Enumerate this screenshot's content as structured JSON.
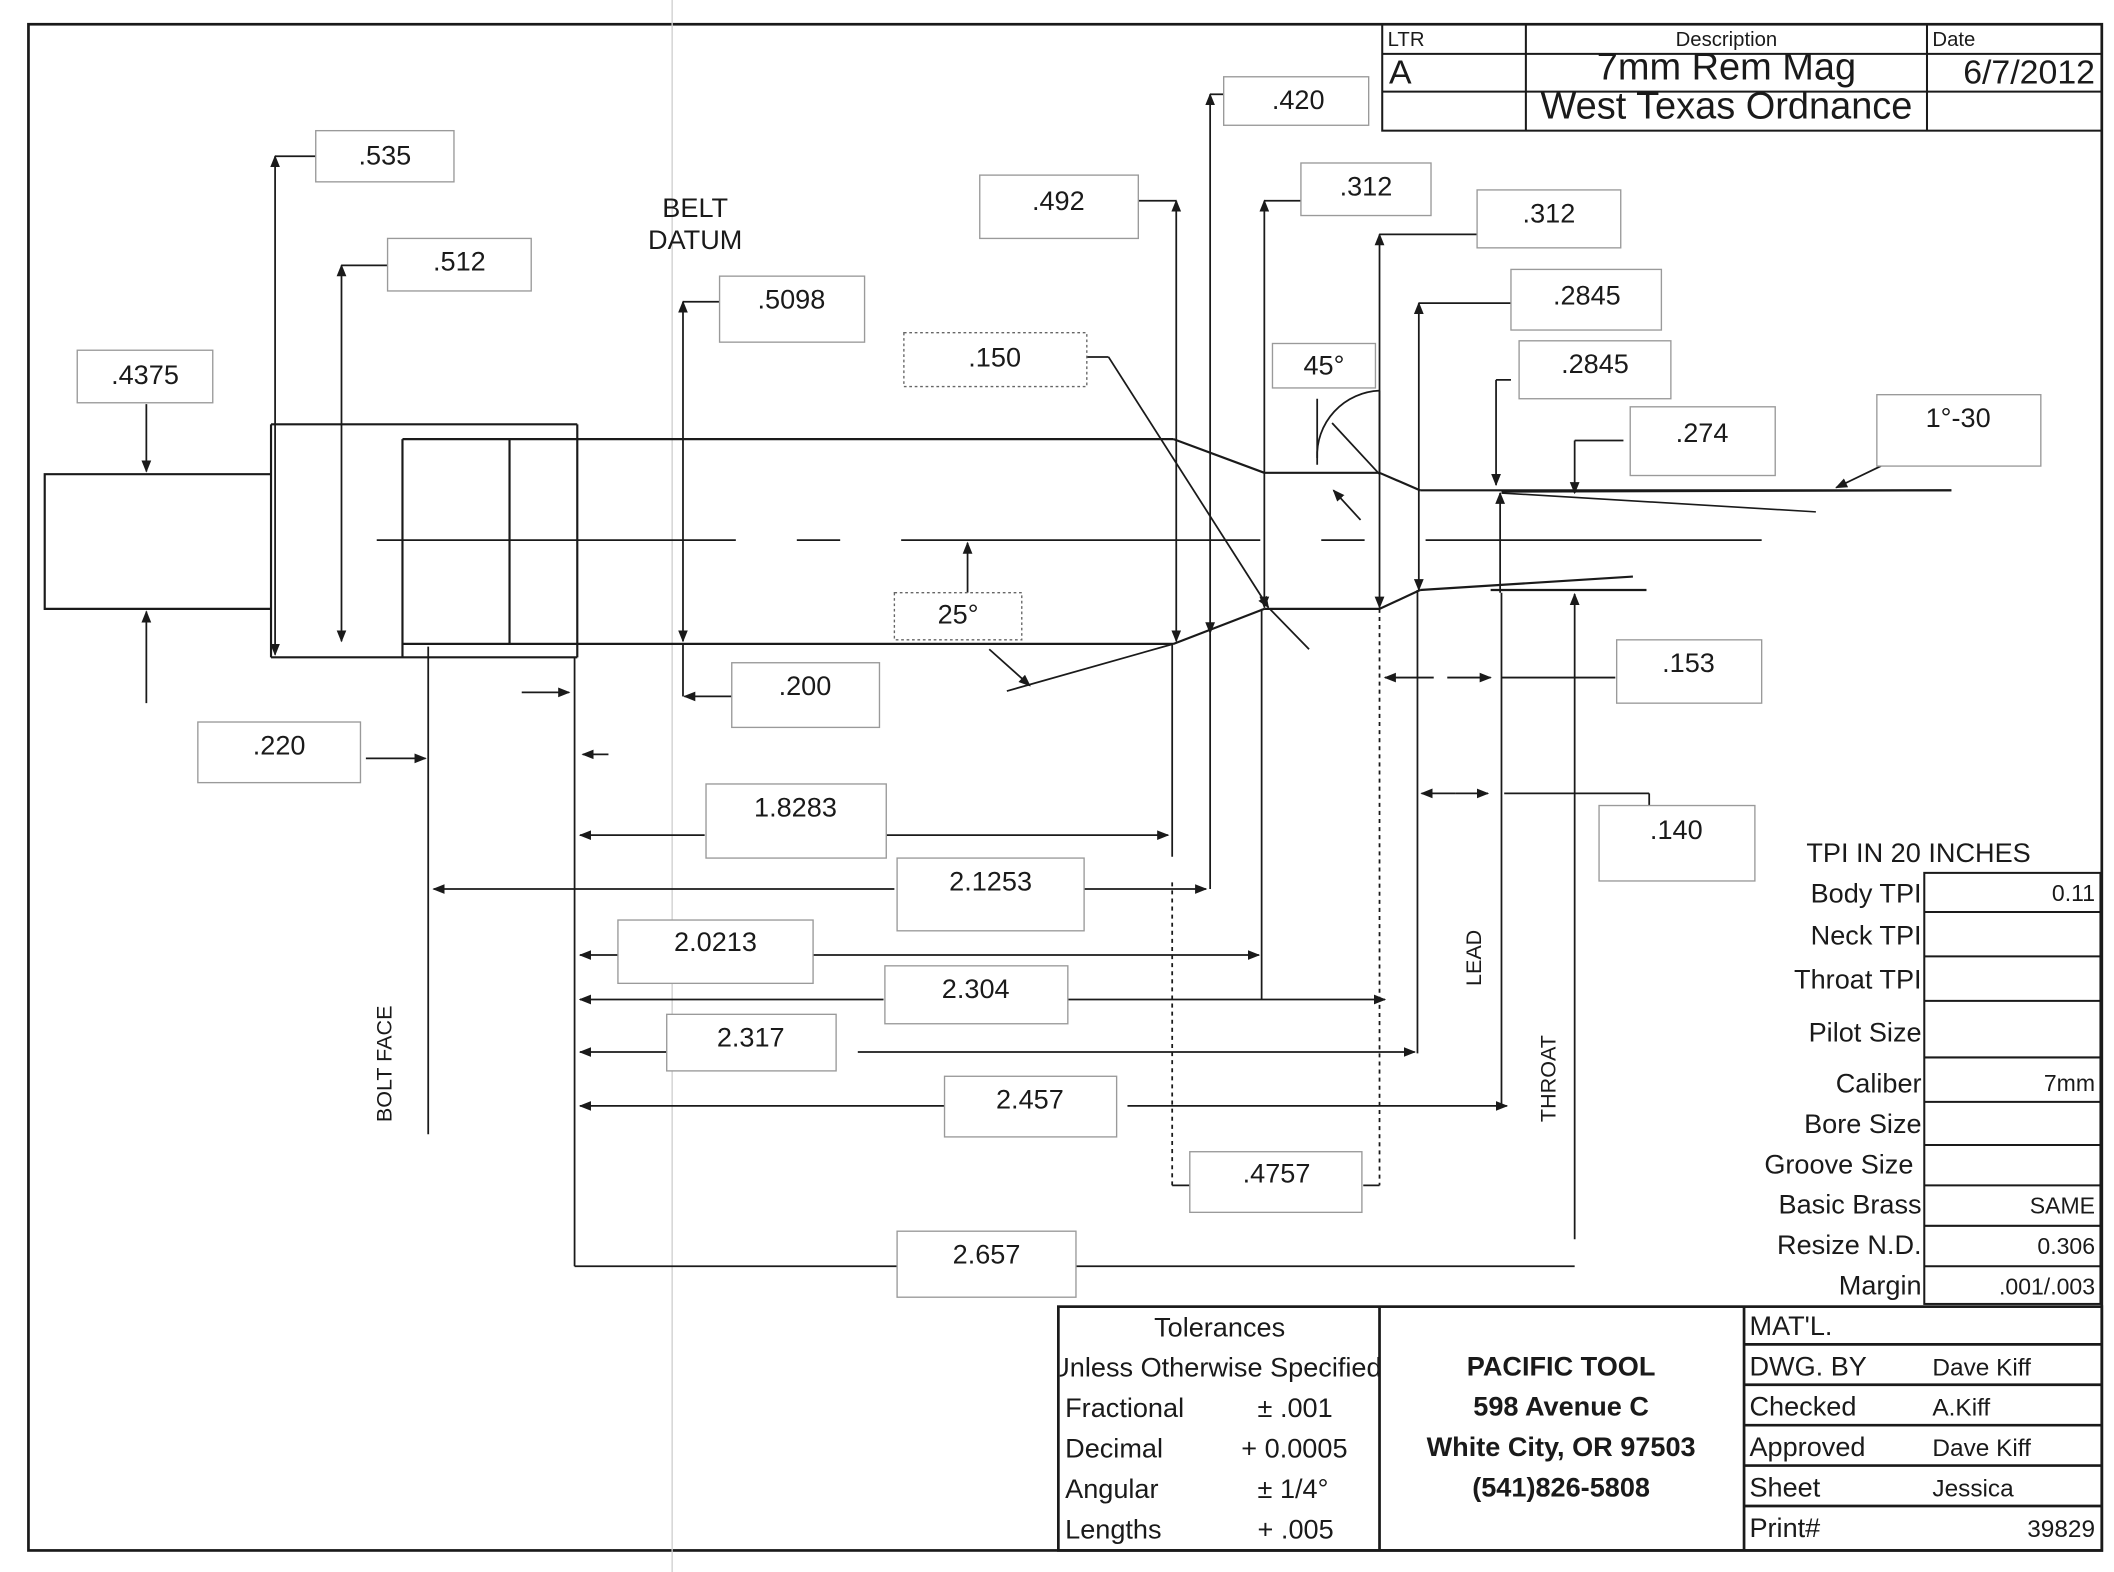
{
  "revision_block": {
    "headers": {
      "ltr": "LTR",
      "description": "Description",
      "date": "Date"
    },
    "rows": [
      {
        "ltr": "A",
        "description": "7mm Rem Mag",
        "date": "6/7/2012"
      },
      {
        "ltr": "",
        "description": "West Texas Ordnance",
        "date": ""
      }
    ]
  },
  "dimensions": {
    "d0535": ".535",
    "d0512": ".512",
    "d04375": ".4375",
    "d05098": ".5098",
    "d0492": ".492",
    "d0150": ".150",
    "d0420": ".420",
    "d0312a": ".312",
    "d0312b": ".312",
    "d02845a": ".2845",
    "d02845b": ".2845",
    "d0274": ".274",
    "a45": "45°",
    "a1_30": "1°-30",
    "a25": "25°",
    "d0200": ".200",
    "d0220": ".220",
    "d0153": ".153",
    "d0140": ".140",
    "d18283": "1.8283",
    "d21253": "2.1253",
    "d20213": "2.0213",
    "d2304": "2.304",
    "d2317": "2.317",
    "d2457": "2.457",
    "d04757": ".4757",
    "d2657": "2.657"
  },
  "labels": {
    "belt_datum_line1": "BELT",
    "belt_datum_line2": "DATUM",
    "bolt_face": "BOLT FACE",
    "lead": "LEAD",
    "throat": "THROAT"
  },
  "specs": {
    "title": "TPI IN 20  INCHES",
    "rows": [
      {
        "label": "Body TPI",
        "value": "0.11"
      },
      {
        "label": "Neck TPI",
        "value": ""
      },
      {
        "label": "Throat TPI",
        "value": ""
      },
      {
        "label": "Pilot Size",
        "value": ""
      },
      {
        "label": "Caliber",
        "value": "7mm"
      },
      {
        "label": "Bore Size",
        "value": ""
      },
      {
        "label": "Groove Size",
        "value": ""
      },
      {
        "label": "Basic Brass",
        "value": "SAME"
      },
      {
        "label": "Resize N.D.",
        "value": "0.306"
      },
      {
        "label": "Margin",
        "value": ".001/.003"
      }
    ]
  },
  "tolerances": {
    "title": "Tolerances",
    "subtitle": "Unless Otherwise Specified",
    "rows": [
      {
        "label": "Fractional",
        "value": "± .001"
      },
      {
        "label": "Decimal",
        "value": "+ 0.0005"
      },
      {
        "label": "Angular",
        "value": "± 1/4°"
      },
      {
        "label": "Lengths",
        "value": "+ .005"
      }
    ]
  },
  "company": {
    "name": "PACIFIC TOOL",
    "address": "598 Avenue C",
    "city": "White City, OR 97503",
    "phone": "(541)826-5808"
  },
  "signoff": {
    "material_label": "MAT'L.",
    "rows": [
      {
        "label": "DWG. BY",
        "value": "Dave Kiff"
      },
      {
        "label": "Checked",
        "value": "A.Kiff"
      },
      {
        "label": "Approved",
        "value": "Dave Kiff"
      },
      {
        "label": "Sheet",
        "value": "Jessica"
      },
      {
        "label": "Print#",
        "value": "39829"
      }
    ]
  }
}
